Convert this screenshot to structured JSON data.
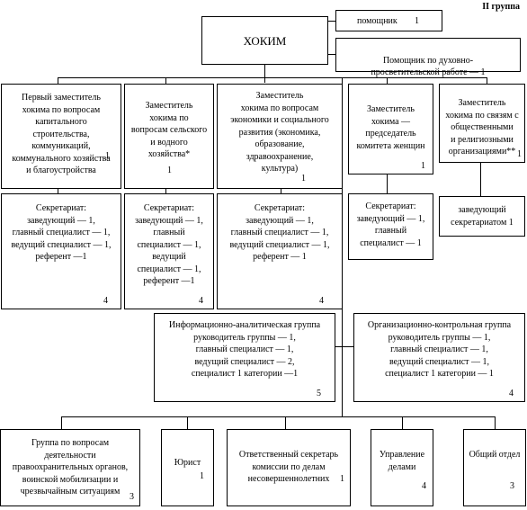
{
  "header": {
    "group_label": "II  группа"
  },
  "top": {
    "khokim": "ХОКИМ",
    "assistant": {
      "text": "помощник",
      "num": "1"
    },
    "assistant_spiritual": {
      "text": "Помощник по духовно-\nпросветительской работе — 1"
    }
  },
  "deputies": [
    {
      "text": "Первый заместитель\nхокима по вопросам\nкапитального\nстроительства,\nкоммуникаций,\nкоммунального хозяйства\nи благоустройства",
      "num": "1"
    },
    {
      "text": "Заместитель\nхокима по\nвопросам сельского\nи водного\nхозяйства*",
      "num": "1"
    },
    {
      "text": "Заместитель\nхокима по вопросам\nэкономики и социального\nразвития (экономика,\nобразование,\nздравоохранение,\nкультура)",
      "num": "1"
    },
    {
      "text": "Заместитель\nхокима —\nпредседатель\nкомитета женщин",
      "num": "1"
    },
    {
      "text": "Заместитель\nхокима по связям с\nобщественными\nи религиозными\nорганизациями**",
      "num": "1"
    }
  ],
  "secretariats": [
    {
      "text": "Секретариат:\nзаведующий — 1,\nглавный специалист — 1,\nведущий специалист — 1,\nреферент —1",
      "num": "4"
    },
    {
      "text": "Секретариат:\nзаведующий — 1,\nглавный\nспециалист — 1,\nведущий\nспециалист — 1,\nреферент —1",
      "num": "4"
    },
    {
      "text": "Секретариат:\nзаведующий — 1,\nглавный специалист — 1,\nведущий специалист — 1,\nреферент — 1",
      "num": "4"
    },
    {
      "text": "Секретариат:\nзаведующий — 1,\nглавный\nспециалист — 1",
      "num": ""
    },
    {
      "text": "заведующий\nсекретариатом 1",
      "num": ""
    }
  ],
  "groups": [
    {
      "text": "Информационно-аналитическая группа\nруководитель группы — 1,\nглавный специалист — 1,\nведущий специалист — 2,\nспециалист 1 категории —1",
      "num": "5"
    },
    {
      "text": "Организационно-контрольная группа\nруководитель группы — 1,\nглавный специалист — 1,\nведущий специалист — 1,\nспециалист 1 категории — 1",
      "num": "4"
    }
  ],
  "bottom": [
    {
      "text": "Группа по вопросам\nдеятельности\nправоохранительных органов,\nвоинской мобилизации и\nчрезвычайным ситуациям",
      "num": "3"
    },
    {
      "text": "Юрист",
      "num": "1"
    },
    {
      "text": "Ответственный секретарь\nкомиссии по делам\nнесовершеннолетних",
      "num": "1"
    },
    {
      "text": "Управление\nделами",
      "num": "4"
    },
    {
      "text": "Общий отдел",
      "num": "3"
    }
  ]
}
